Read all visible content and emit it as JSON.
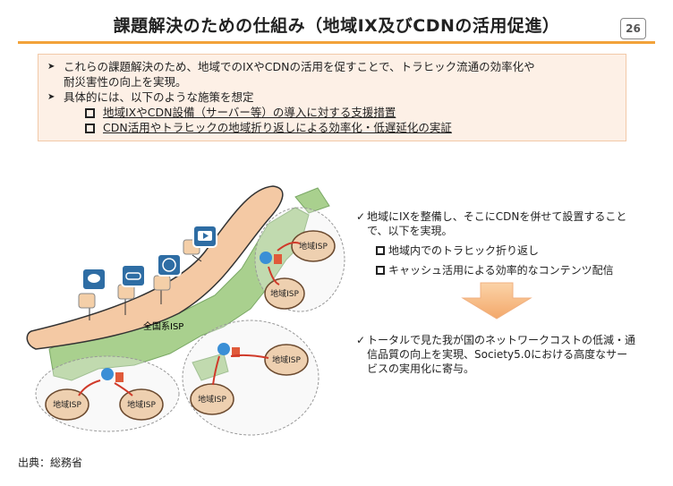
{
  "header": {
    "title": "課題解決のための仕組み（地域IX及びCDNの活用促進）",
    "page_number": "26"
  },
  "summary": {
    "bullets": [
      "これらの課題解決のため、地域でのIXやCDNの活用を促すことで、トラヒック流通の効率化や",
      "耐災害性の向上を実現。",
      "具体的には、以下のような施策を想定"
    ],
    "sub_items": [
      "地域IXやCDN設備（サーバー等）の導入に対する支援措置",
      "CDN活用やトラヒックの地域折り返しによる効率化・低遅延化の実証"
    ]
  },
  "diagram": {
    "national_isp": "全国系ISP",
    "regional_isp": "地域ISP",
    "icons": [
      "chat-icon",
      "game-icon",
      "web-icon",
      "video-icon"
    ]
  },
  "explanation": {
    "point1": "地域にIXを整備し、そこにCDNを併せて設置することで、以下を実現。",
    "sub": [
      "地域内でのトラヒック折り返し",
      "キャッシュ活用による効率的なコンテンツ配信"
    ],
    "point2": "トータルで見た我が国のネットワークコストの低減・通信品質の向上を実現、Society5.0における高度なサービスの実用化に寄与。"
  },
  "source": "出典：総務省"
}
